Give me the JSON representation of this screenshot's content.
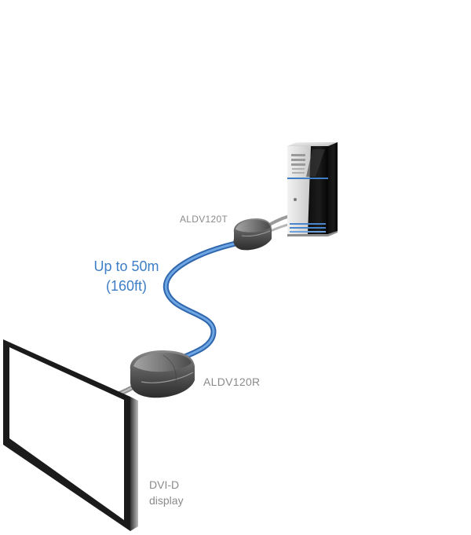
{
  "labels": {
    "transmitter": "ALDV120T",
    "receiver": "ALDV120R",
    "distance_line1": "Up to 50m",
    "distance_line2": "(160ft)",
    "display_line1": "DVI-D",
    "display_line2": "display"
  },
  "colors": {
    "cable": "#4a86cc",
    "distance_text": "#3d7ec6",
    "label_text": "#8a8a8a",
    "device_body": "#5e5e5e",
    "monitor_frame": "#1b1b1b"
  },
  "icons": {
    "computer": "tower-computer-icon",
    "transmitter": "extender-transmitter-icon",
    "receiver": "extender-receiver-icon",
    "display": "monitor-display-icon"
  }
}
